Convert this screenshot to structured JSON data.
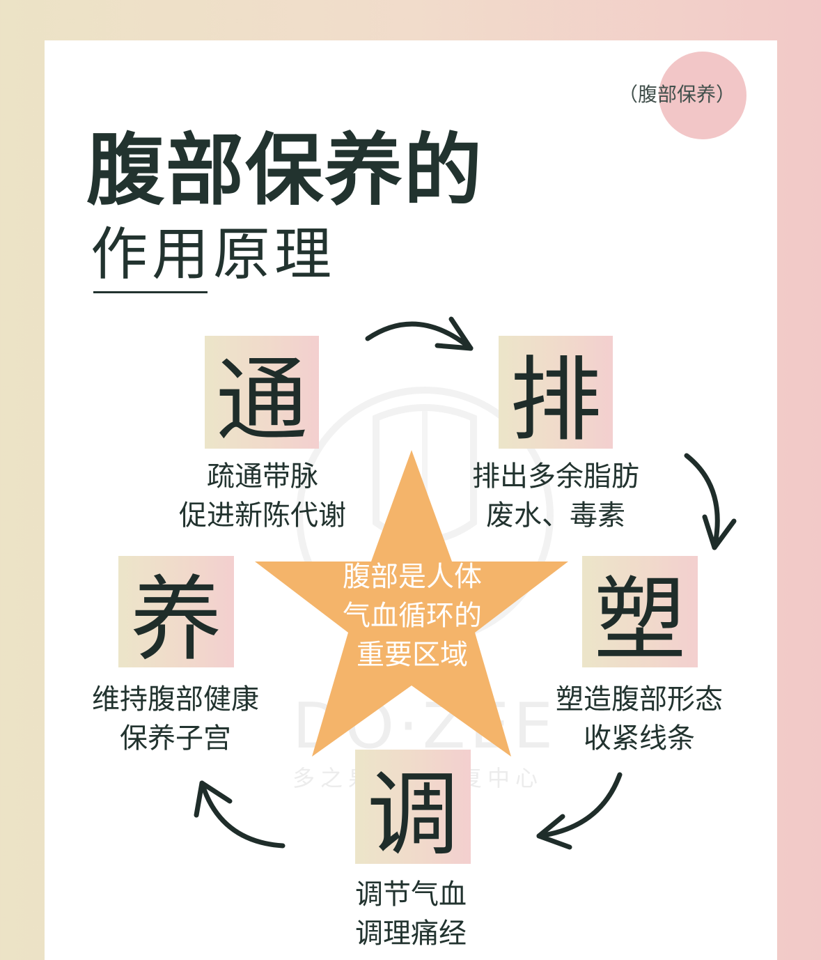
{
  "tag": "（腹部保养）",
  "title": {
    "line1": "腹部保养的",
    "line2": "作用原理"
  },
  "center": {
    "line1": "腹部是人体",
    "line2": "气血循环的",
    "line3": "重要区域"
  },
  "items": {
    "tong": {
      "char": "通",
      "line1": "疏通带脉",
      "line2": "促进新陈代谢"
    },
    "pai": {
      "char": "排",
      "line1": "排出多余脂肪",
      "line2": "废水、毒素"
    },
    "su": {
      "char": "塑",
      "line1": "塑造腹部形态",
      "line2": "收紧线条"
    },
    "tiao": {
      "char": "调",
      "line1": "调节气血",
      "line2": "调理痛经"
    },
    "yang": {
      "char": "养",
      "line1": "维持腹部健康",
      "line2": "保养子宫"
    }
  },
  "watermark": {
    "brand": "DO·ZEE",
    "sub": "多之泉产后恢复中心"
  },
  "colors": {
    "accent_star": "#f4b46a",
    "tag_circle": "#f2c6c7",
    "text_dark": "#22332f"
  }
}
